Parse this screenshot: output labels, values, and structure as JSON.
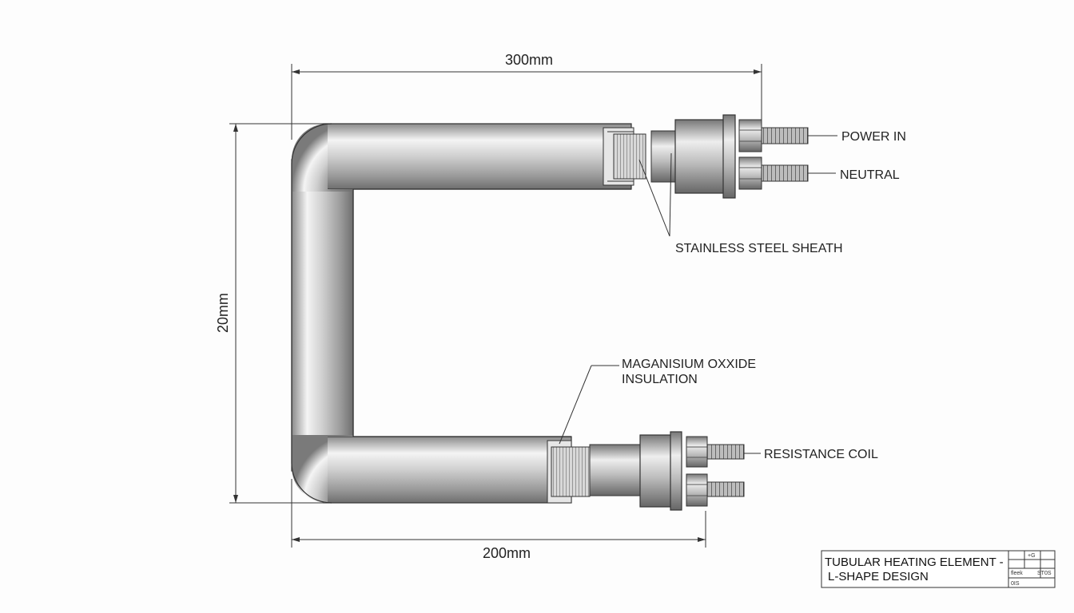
{
  "dimensions": {
    "top": "300mm",
    "left": "20mm",
    "bottom": "200mm"
  },
  "labels": {
    "power_in": "POWER IN",
    "neutral": "NEUTRAL",
    "sheath": "STAINLESS STEEL SHEATH",
    "insulation_line1": "MAGANISIUM OXXIDE",
    "insulation_line2": "INSULATION",
    "resistance_coil": "RESISTANCE COIL"
  },
  "title_block": {
    "title_line1": "TUBULAR HEATING ELEMENT -",
    "title_line2": "L-SHAPE DESIGN",
    "cell_1": "+G",
    "cell_2": "fleek",
    "cell_3": "ST0S",
    "cell_4": "0IS"
  },
  "colors": {
    "line": "#333333",
    "metal_dark": "#7a7a7a",
    "metal_light": "#f2f2f2"
  }
}
